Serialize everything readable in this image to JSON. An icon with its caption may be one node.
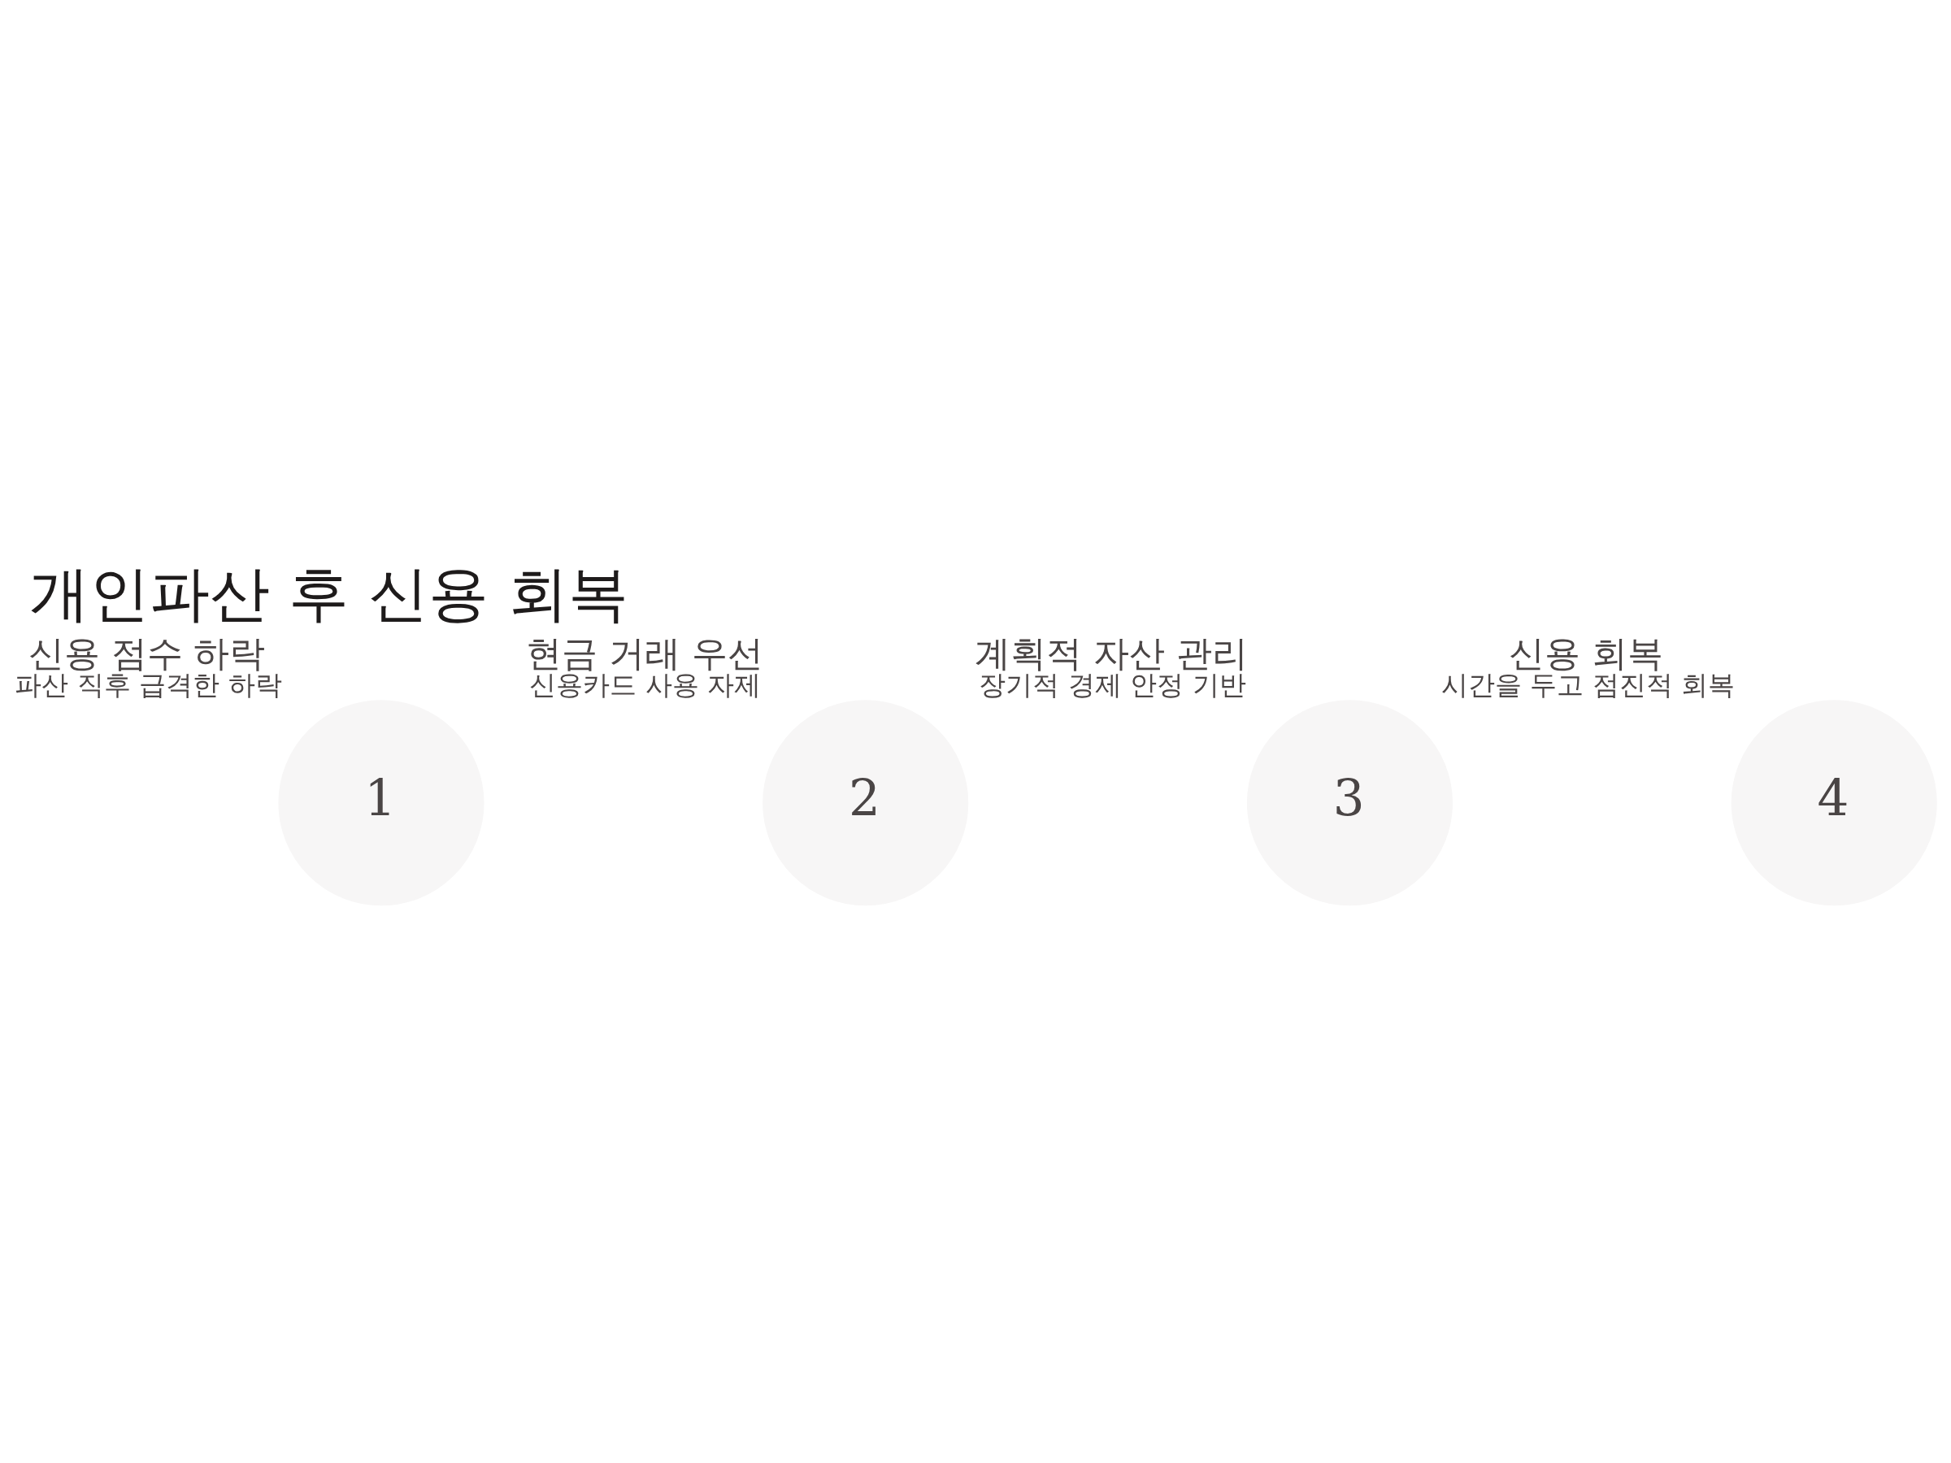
{
  "diagram": {
    "title": "개인파산 후 신용 회복",
    "nodes": [
      {
        "text": [
          "1"
        ],
        "beside": [
          "신용 점수 하락",
          "파산 직후 급격한 하락"
        ]
      },
      {
        "text": [
          "2"
        ],
        "beside": [
          "현금 거래 우선",
          "신용카드 사용 자제"
        ]
      },
      {
        "text": [
          "3"
        ],
        "beside": [
          "계획적 자산 관리",
          "장기적 경제 안정 기반"
        ]
      },
      {
        "text": [
          "4"
        ],
        "beside": [
          "신용 회복",
          "시간을 두고 점진적 회복"
        ]
      }
    ],
    "edges": []
  }
}
